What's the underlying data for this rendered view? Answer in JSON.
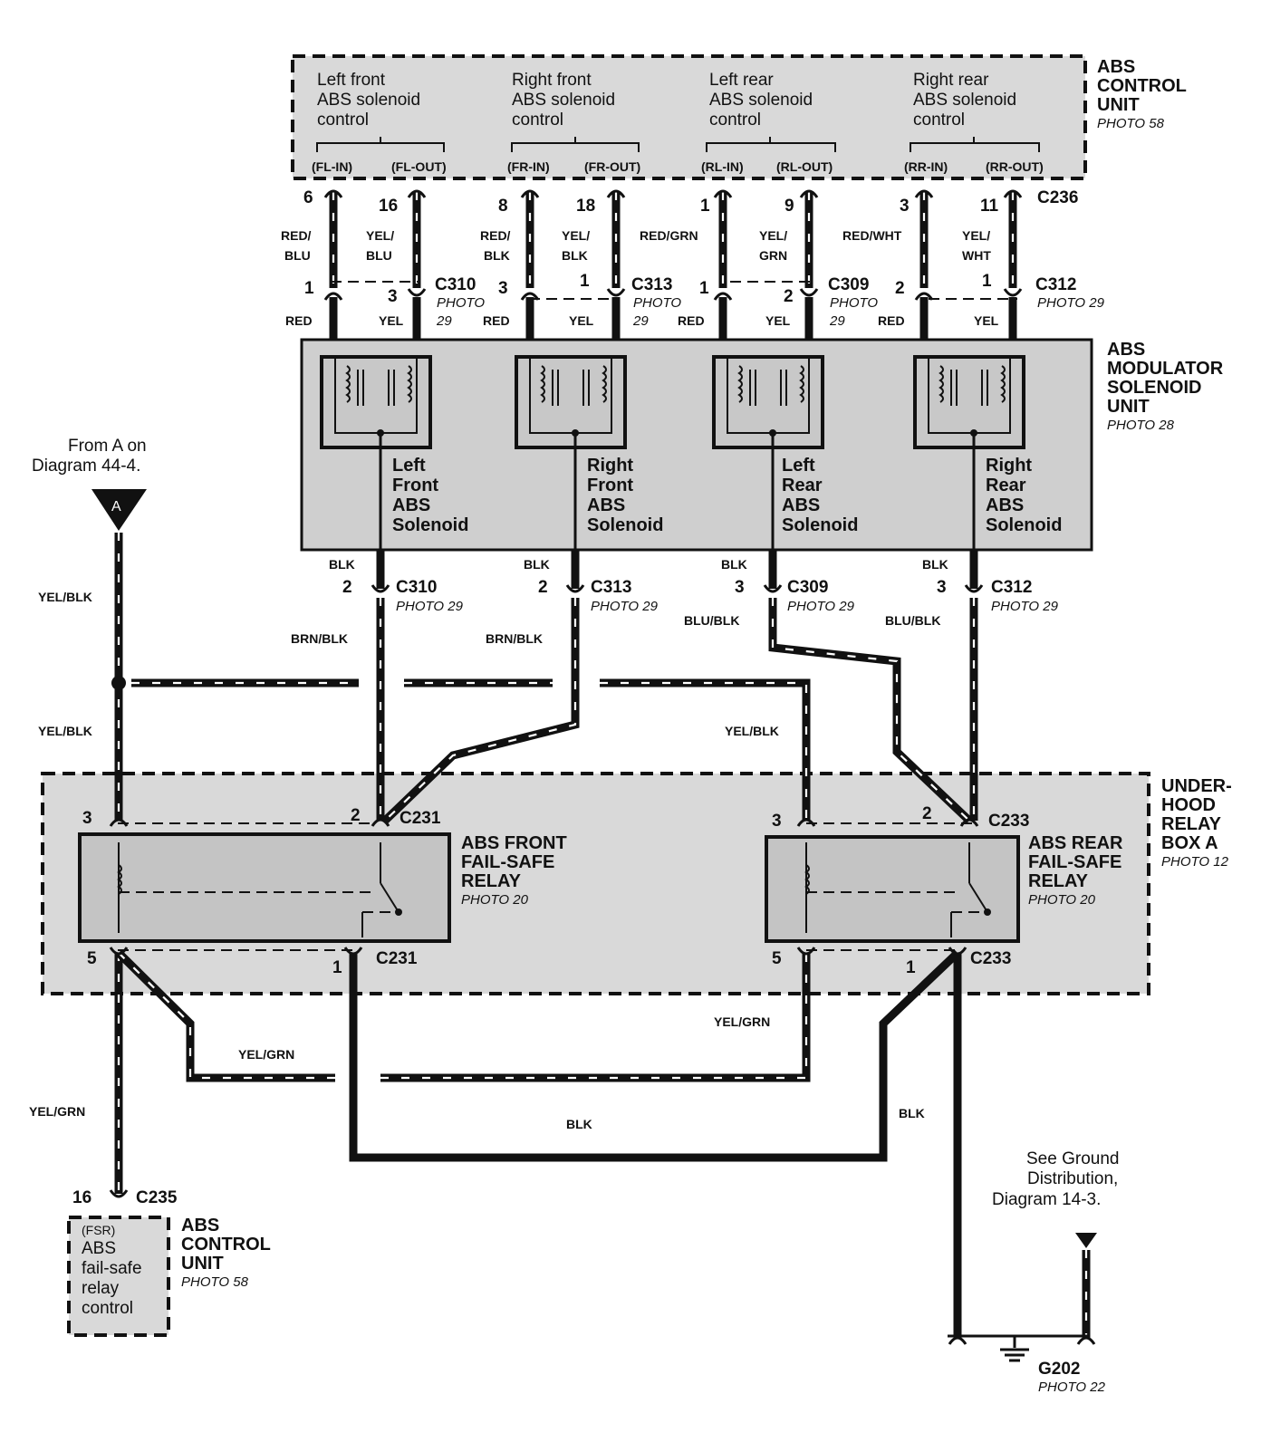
{
  "top_unit": {
    "title": [
      "ABS",
      "CONTROL",
      "UNIT"
    ],
    "photo": "PHOTO 58",
    "channels": [
      {
        "desc": [
          "Left front",
          "ABS solenoid",
          "control"
        ],
        "in": "(FL-IN)",
        "out": "(FL-OUT)"
      },
      {
        "desc": [
          "Right front",
          "ABS solenoid",
          "control"
        ],
        "in": "(FR-IN)",
        "out": "(FR-OUT)"
      },
      {
        "desc": [
          "Left rear",
          "ABS solenoid",
          "control"
        ],
        "in": "(RL-IN)",
        "out": "(RL-OUT)"
      },
      {
        "desc": [
          "Right rear",
          "ABS solenoid",
          "control"
        ],
        "in": "(RR-IN)",
        "out": "(RR-OUT)"
      }
    ],
    "connector": "C236",
    "pins": [
      "6",
      "16",
      "8",
      "18",
      "1",
      "9",
      "3",
      "11"
    ]
  },
  "upper_wires": [
    {
      "a": "RED/",
      "b": "BLU"
    },
    {
      "a": "YEL/",
      "b": "BLU"
    },
    {
      "a": "RED/",
      "b": "BLK"
    },
    {
      "a": "YEL/",
      "b": "BLK"
    },
    {
      "a": "RED/GRN",
      "b": ""
    },
    {
      "a": "YEL/",
      "b": "GRN"
    },
    {
      "a": "RED/WHT",
      "b": ""
    },
    {
      "a": "YEL/",
      "b": "WHT"
    }
  ],
  "mid_connectors": [
    {
      "name": "C310",
      "photo_a": "PHOTO",
      "photo_b": "29",
      "pin_l": "1",
      "pin_r": "3"
    },
    {
      "name": "C313",
      "photo_a": "PHOTO",
      "photo_b": "29",
      "pin_l": "3",
      "pin_r": "1"
    },
    {
      "name": "C309",
      "photo_a": "PHOTO",
      "photo_b": "29",
      "pin_l": "1",
      "pin_r": "2"
    },
    {
      "name": "C312",
      "photo_a": "PHOTO 29",
      "photo_b": "",
      "pin_l": "2",
      "pin_r": "1"
    }
  ],
  "lower_short_wires": [
    "RED",
    "YEL",
    "RED",
    "YEL",
    "RED",
    "YEL",
    "RED",
    "YEL"
  ],
  "modulator": {
    "title": [
      "ABS",
      "MODULATOR",
      "SOLENOID",
      "UNIT"
    ],
    "photo": "PHOTO 28",
    "solenoids": [
      [
        "Left",
        "Front",
        "ABS",
        "Solenoid"
      ],
      [
        "Right",
        "Front",
        "ABS",
        "Solenoid"
      ],
      [
        "Left",
        "Rear",
        "ABS",
        "Solenoid"
      ],
      [
        "Right",
        "Rear",
        "ABS",
        "Solenoid"
      ]
    ]
  },
  "bottom_connectors": [
    {
      "wire_top": "BLK",
      "pin": "2",
      "name": "C310",
      "photo": "PHOTO 29",
      "wire_bottom": "BRN/BLK"
    },
    {
      "wire_top": "BLK",
      "pin": "2",
      "name": "C313",
      "photo": "PHOTO 29",
      "wire_bottom": "BRN/BLK"
    },
    {
      "wire_top": "BLK",
      "pin": "3",
      "name": "C309",
      "photo": "PHOTO 29",
      "wire_bottom": "BLU/BLK"
    },
    {
      "wire_top": "BLK",
      "pin": "3",
      "name": "C312",
      "photo": "PHOTO 29",
      "wire_bottom": "BLU/BLK"
    }
  ],
  "from_ref": {
    "line1": "From A on",
    "line2": "Diagram 44-4.",
    "marker": "A"
  },
  "wire_labels": {
    "yel_blk_1": "YEL/BLK",
    "yel_blk_2": "YEL/BLK",
    "yel_blk_3": "YEL/BLK",
    "yel_grn_1": "YEL/GRN",
    "yel_grn_2": "YEL/GRN",
    "yel_grn_3": "YEL/GRN",
    "blk_1": "BLK",
    "blk_2": "BLK"
  },
  "relay_box": {
    "title": [
      "UNDER-",
      "HOOD",
      "RELAY",
      "BOX A"
    ],
    "photo": "PHOTO 12",
    "front_relay": {
      "title": [
        "ABS FRONT",
        "FAIL-SAFE",
        "RELAY"
      ],
      "photo": "PHOTO 20",
      "conn": "C231",
      "pin_top_l": "3",
      "pin_top_r": "2",
      "pin_bot_l": "5",
      "pin_bot_r": "1"
    },
    "rear_relay": {
      "title": [
        "ABS REAR",
        "FAIL-SAFE",
        "RELAY"
      ],
      "photo": "PHOTO 20",
      "conn": "C233",
      "pin_top_l": "3",
      "pin_top_r": "2",
      "pin_bot_l": "5",
      "pin_bot_r": "1"
    }
  },
  "bottom_unit": {
    "pin": "16",
    "conn": "C235",
    "inner": [
      "(FSR)",
      "ABS",
      "fail-safe",
      "relay",
      "control"
    ],
    "title": [
      "ABS",
      "CONTROL",
      "UNIT"
    ],
    "photo": "PHOTO 58"
  },
  "ground": {
    "note": [
      "See Ground",
      "Distribution,",
      "Diagram 14-3."
    ],
    "name": "G202",
    "photo": "PHOTO 22"
  }
}
